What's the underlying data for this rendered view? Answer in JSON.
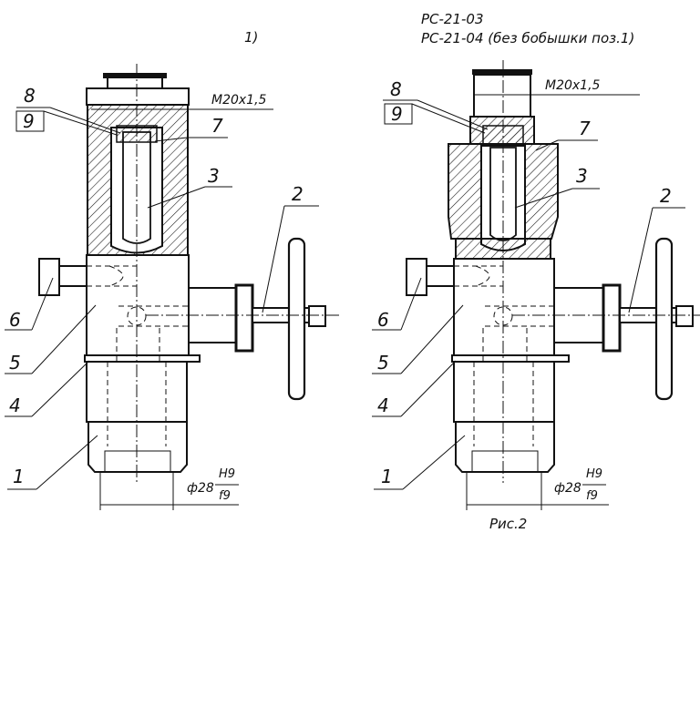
{
  "header": {
    "left_variant": "1)",
    "right_variant_line1": "РС-21-03",
    "right_variant_line2": "РС-21-04  (без бобышки поз.1)"
  },
  "left_view": {
    "thread_label": "M20x1,5",
    "callouts": [
      "8",
      "9",
      "7",
      "3",
      "2",
      "6",
      "5",
      "4",
      "1"
    ],
    "dimension": {
      "prefix": "ф28",
      "upper": "H9",
      "lower": "f9"
    }
  },
  "right_view": {
    "thread_label": "M20x1,5",
    "callouts": [
      "8",
      "9",
      "7",
      "3",
      "2",
      "6",
      "5",
      "4",
      "1"
    ],
    "dimension": {
      "prefix": "ф28",
      "upper": "H9",
      "lower": "f9"
    }
  },
  "caption": "Рис.2"
}
